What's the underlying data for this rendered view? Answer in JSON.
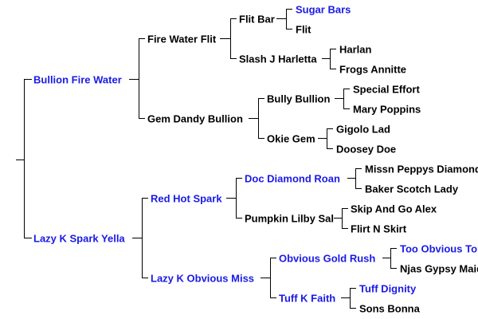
{
  "colors": {
    "link": "#1a1ae6",
    "text": "#000000",
    "line": "#000000",
    "background": "#ffffff"
  },
  "pedigree": {
    "sire": {
      "name": "Bullion Fire Water",
      "linked": true
    },
    "dam": {
      "name": "Lazy K Spark Yella",
      "linked": true
    },
    "sire_sire": {
      "name": "Fire Water Flit",
      "linked": false
    },
    "sire_dam": {
      "name": "Gem Dandy Bullion",
      "linked": false
    },
    "dam_sire": {
      "name": "Red Hot Spark",
      "linked": true
    },
    "dam_dam": {
      "name": "Lazy K Obvious Miss",
      "linked": true
    },
    "sire_sire_sire": {
      "name": "Flit Bar",
      "linked": false
    },
    "sire_sire_dam": {
      "name": "Slash J Harletta",
      "linked": false
    },
    "sire_dam_sire": {
      "name": "Bully Bullion",
      "linked": false
    },
    "sire_dam_dam": {
      "name": "Okie Gem",
      "linked": false
    },
    "dam_sire_sire": {
      "name": "Doc Diamond Roan",
      "linked": true
    },
    "dam_sire_dam": {
      "name": "Pumpkin Lilby Sal",
      "linked": false
    },
    "dam_dam_sire": {
      "name": "Obvious Gold Rush",
      "linked": true
    },
    "dam_dam_dam": {
      "name": "Tuff K Faith",
      "linked": true
    },
    "g4_1": {
      "name": "Sugar Bars",
      "linked": true
    },
    "g4_2": {
      "name": "Flit",
      "linked": false
    },
    "g4_3": {
      "name": "Harlan",
      "linked": false
    },
    "g4_4": {
      "name": "Frogs Annitte",
      "linked": false
    },
    "g4_5": {
      "name": "Special Effort",
      "linked": false
    },
    "g4_6": {
      "name": "Mary Poppins",
      "linked": false
    },
    "g4_7": {
      "name": "Gigolo Lad",
      "linked": false
    },
    "g4_8": {
      "name": "Doosey Doe",
      "linked": false
    },
    "g4_9": {
      "name": "Missn Peppys Diamond",
      "linked": false
    },
    "g4_10": {
      "name": "Baker Scotch Lady",
      "linked": false
    },
    "g4_11": {
      "name": "Skip And Go Alex",
      "linked": false
    },
    "g4_12": {
      "name": "Flirt N Skirt",
      "linked": false
    },
    "g4_13": {
      "name": "Too Obvious To Tell",
      "linked": true
    },
    "g4_14": {
      "name": "Njas Gypsy Maid",
      "linked": false
    },
    "g4_15": {
      "name": "Tuff Dignity",
      "linked": true
    },
    "g4_16": {
      "name": "Sons Bonna",
      "linked": false
    }
  }
}
